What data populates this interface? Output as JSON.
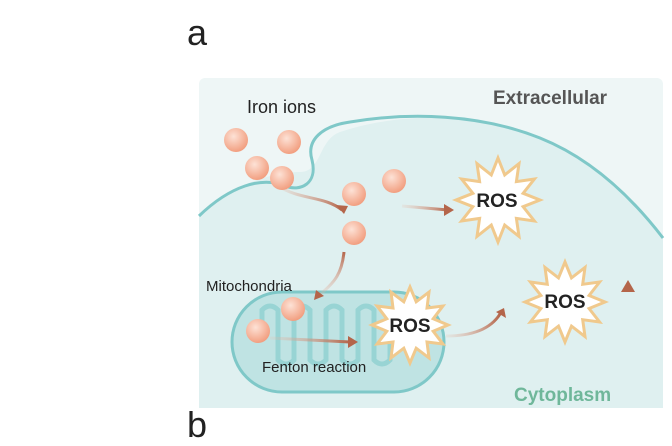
{
  "panel_a_label": "a",
  "panel_b_label": "b",
  "labels": {
    "iron_ions": "Iron ions",
    "extracellular": "Extracellular",
    "mitochondria": "Mitochondria",
    "fenton": "Fenton reaction",
    "cytoplasm": "Cytoplasm",
    "ros_1": "ROS",
    "ros_2": "ROS",
    "ros_3": "ROS"
  },
  "colors": {
    "background_panel": "#eef6f6",
    "cell_interior": "#dff0f0",
    "membrane": "#7fc8c8",
    "mito_fill": "#bfe3e3",
    "mito_stroke": "#7fc8c8",
    "iron_ion": "#f3a98c",
    "arrow": "#b4654a",
    "ros_burst_stroke": "#f0c98d",
    "cytoplasm_text": "#6fb79a",
    "extracellular_text": "#555555"
  }
}
